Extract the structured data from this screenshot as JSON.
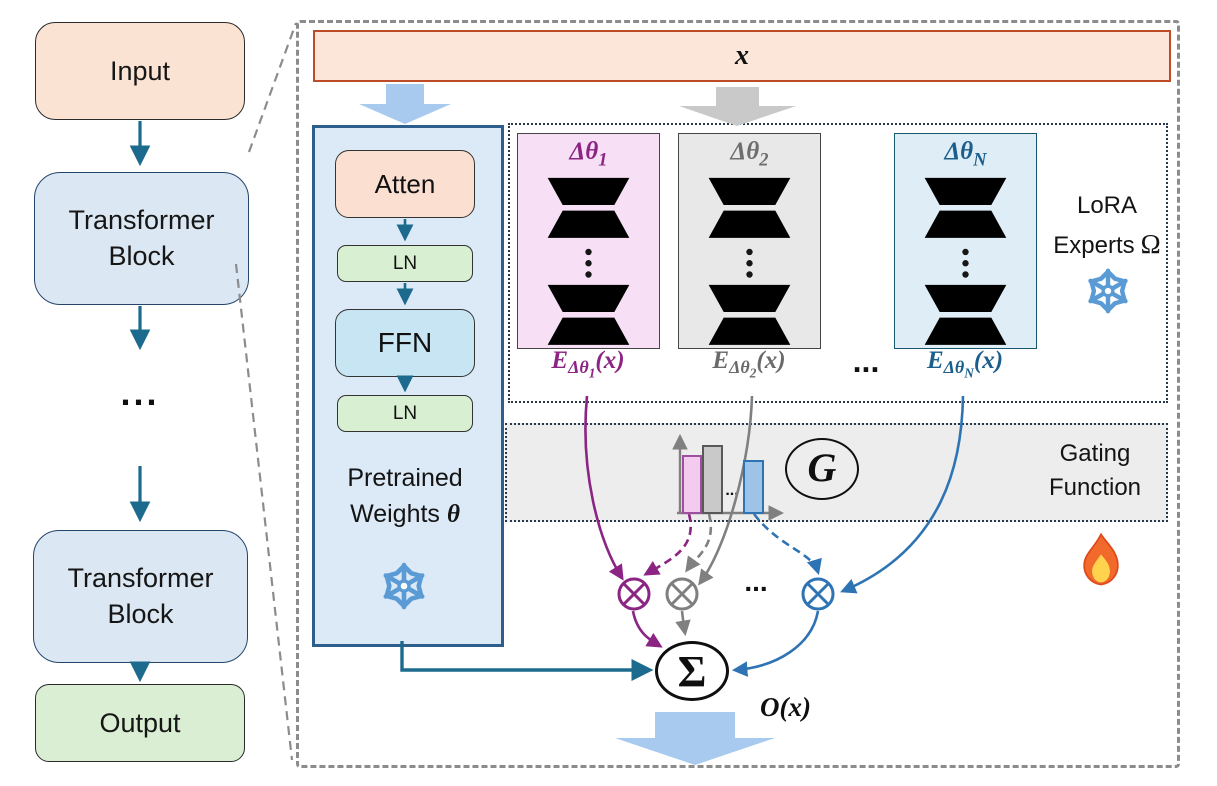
{
  "left_flow": {
    "input_label": "Input",
    "block1_label": "Transformer Block",
    "dots": "...",
    "block2_label": "Transformer Block",
    "output_label": "Output"
  },
  "panel": {
    "x_label": "x",
    "pretrained": {
      "atten_label": "Atten",
      "ln_top_label": "LN",
      "ffn_label": "FFN",
      "ln_bottom_label": "LN",
      "title_line1": "Pretrained",
      "title_line2": "Weights",
      "theta_symbol": "θ"
    },
    "experts_panel": {
      "experts": [
        {
          "delta": "Δθ",
          "index": "1",
          "e_prefix": "E",
          "e_suffix": "(x)",
          "accent": "#8b2483"
        },
        {
          "delta": "Δθ",
          "index": "2",
          "e_prefix": "E",
          "e_suffix": "(x)",
          "accent": "#7f7f7f"
        },
        {
          "delta": "Δθ",
          "index": "N",
          "e_prefix": "E",
          "e_suffix": "(x)",
          "accent": "#1b6b8f"
        }
      ],
      "dots": "...",
      "title_line1": "LoRA",
      "title_line2": "Experts",
      "omega_symbol": "Ω"
    },
    "gating": {
      "g_symbol": "G",
      "label_line1": "Gating",
      "label_line2": "Function",
      "bar_dots": "..."
    },
    "combine": {
      "dots": "...",
      "sum_symbol": "Σ",
      "output_expr": "O(x)"
    }
  },
  "colors": {
    "peach_fill": "#fbe3d4",
    "blue_box_fill": "#dbe7f3",
    "green_fill": "#d9eed2",
    "ffn_fill": "#c7e5f2",
    "teal_arrow": "#1c6a8d",
    "x_bar_border": "#be4b27",
    "pretrained_border": "#2e5f8c",
    "expert1_accent": "#8b2483",
    "expert2_accent": "#7f7f7f",
    "expertN_accent": "#1b6b8f",
    "gating_fill": "#ededed",
    "block_arrow_blue": "#a8caee",
    "block_arrow_gray": "#c9c9c9",
    "snowflake_blue": "#5b9bd5",
    "bar_pink_fill": "#f2cbee",
    "bar_gray_fill": "#c9c9c9",
    "bar_blue_fill": "#9dc3e6"
  }
}
